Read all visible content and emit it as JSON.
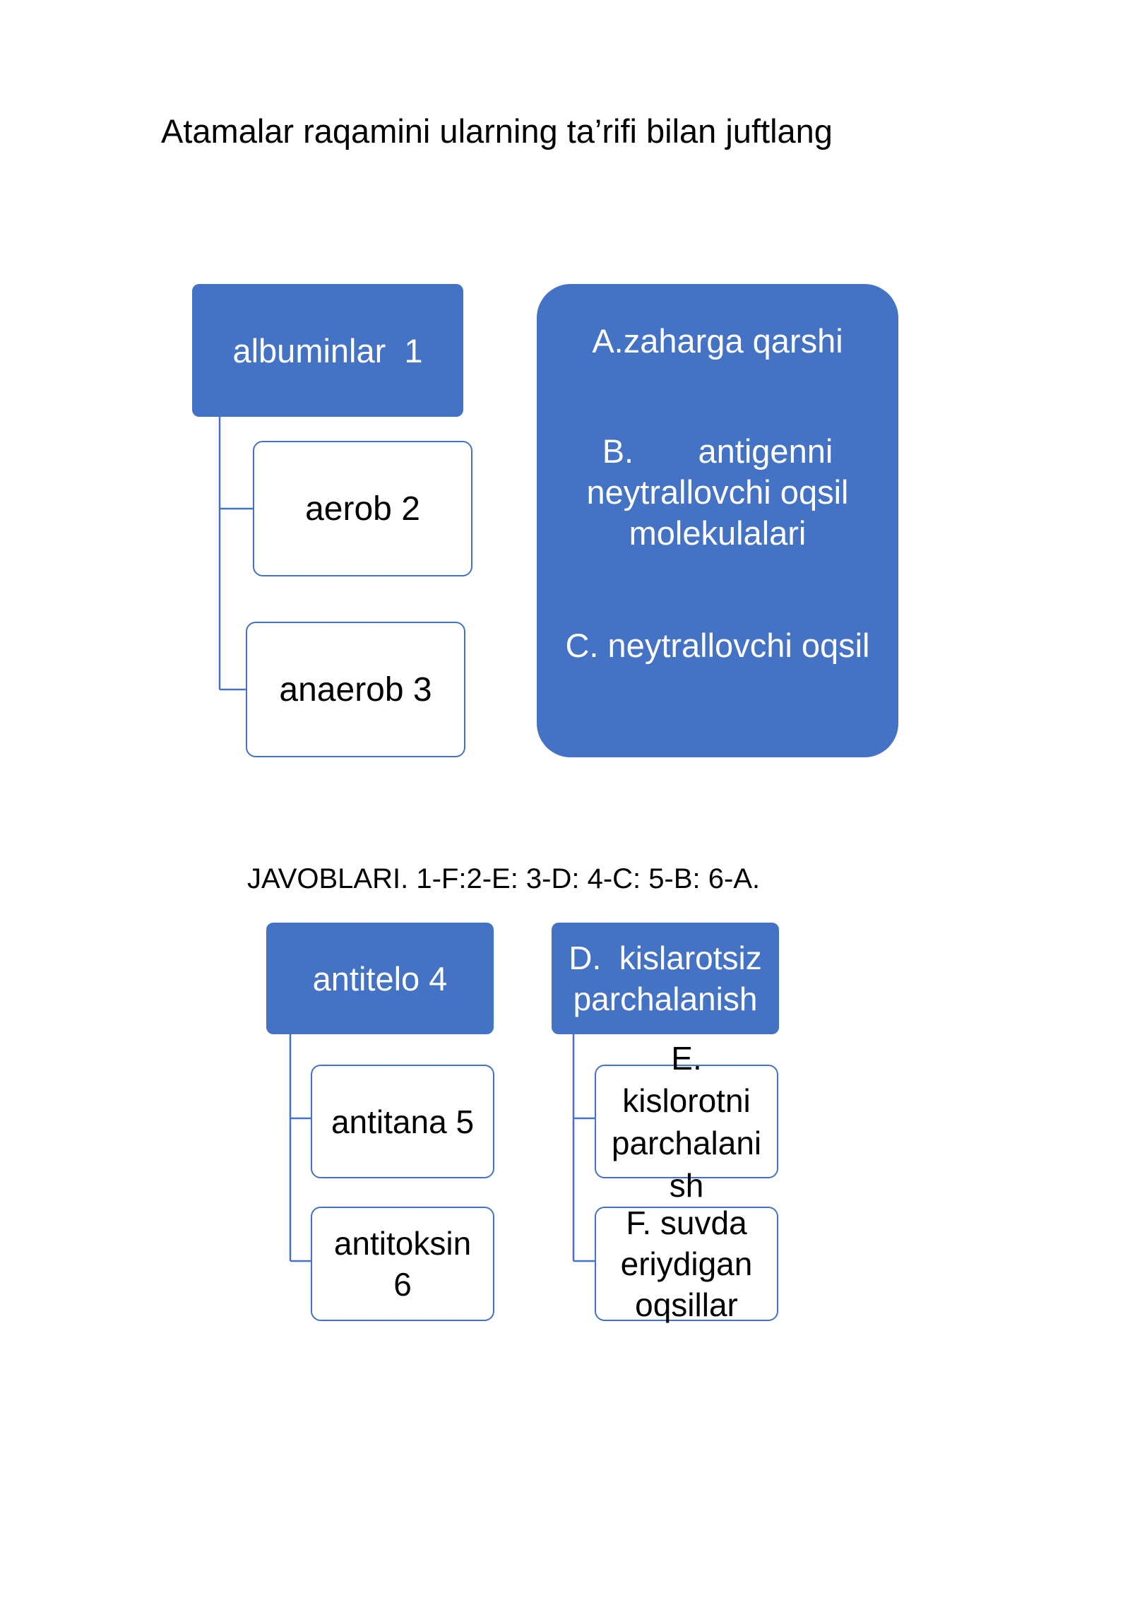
{
  "title": "Atamalar raqamini ularning ta’rifi bilan juftlang",
  "group1": {
    "parent": "albuminlar  1",
    "children": [
      "aerob 2",
      "anaerob 3"
    ]
  },
  "definitions_box": {
    "a": "A.zaharga qarshi",
    "b_line1": "B.       antigenni",
    "b_line2": "neytrallovchi oqsil",
    "b_line3": "molekulalari",
    "c": "C. neytrallovchi oqsil"
  },
  "answers": "JAVOBLARI. 1-F:2-E: 3-D: 4-C: 5-B: 6-A.",
  "group2": {
    "parent": "antitelo 4",
    "child1": "antitana 5",
    "child2_line1": "antitoksin",
    "child2_line2": "6"
  },
  "group3": {
    "parent_line1": "D.  kislarotsiz",
    "parent_line2": "parchalanish",
    "child1_line1": "E.",
    "child1_line2": "kislorotni",
    "child1_line3": "parchalani",
    "child1_line4": "sh",
    "child2_line1": "F. suvda",
    "child2_line2": "eriydigan",
    "child2_line3": "oqsillar"
  },
  "colors": {
    "accent": "#4472c4",
    "text": "#000000",
    "text_on_accent": "#ffffff"
  }
}
